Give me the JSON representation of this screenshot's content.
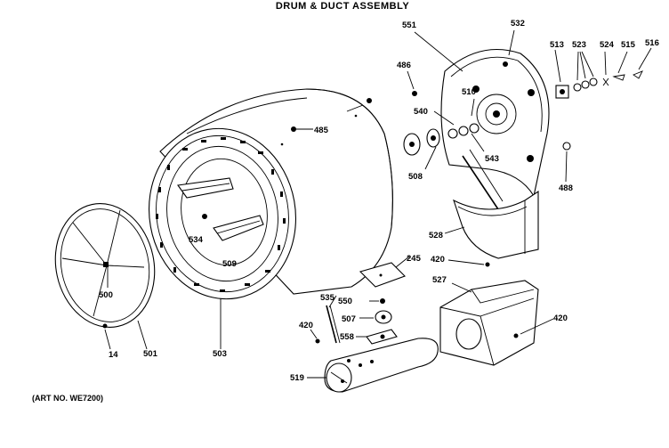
{
  "title": "DRUM & DUCT ASSEMBLY",
  "art_number": "(ART NO. WE7200)",
  "part_labels": {
    "p551": "551",
    "p532": "532",
    "p513": "513",
    "p523": "523",
    "p524": "524",
    "p515": "515",
    "p516": "516",
    "p486": "486",
    "p510": "510",
    "p540": "540",
    "p485": "485",
    "p543": "543",
    "p508": "508",
    "p488": "488",
    "p534": "534",
    "p509": "509",
    "p528": "528",
    "p245": "245",
    "p420a": "420",
    "p527": "527",
    "p500": "500",
    "p535": "535",
    "p550": "550",
    "p507": "507",
    "p420b": "420",
    "p420c": "420",
    "p558": "558",
    "p14": "14",
    "p501": "501",
    "p503": "503",
    "p519": "519"
  }
}
